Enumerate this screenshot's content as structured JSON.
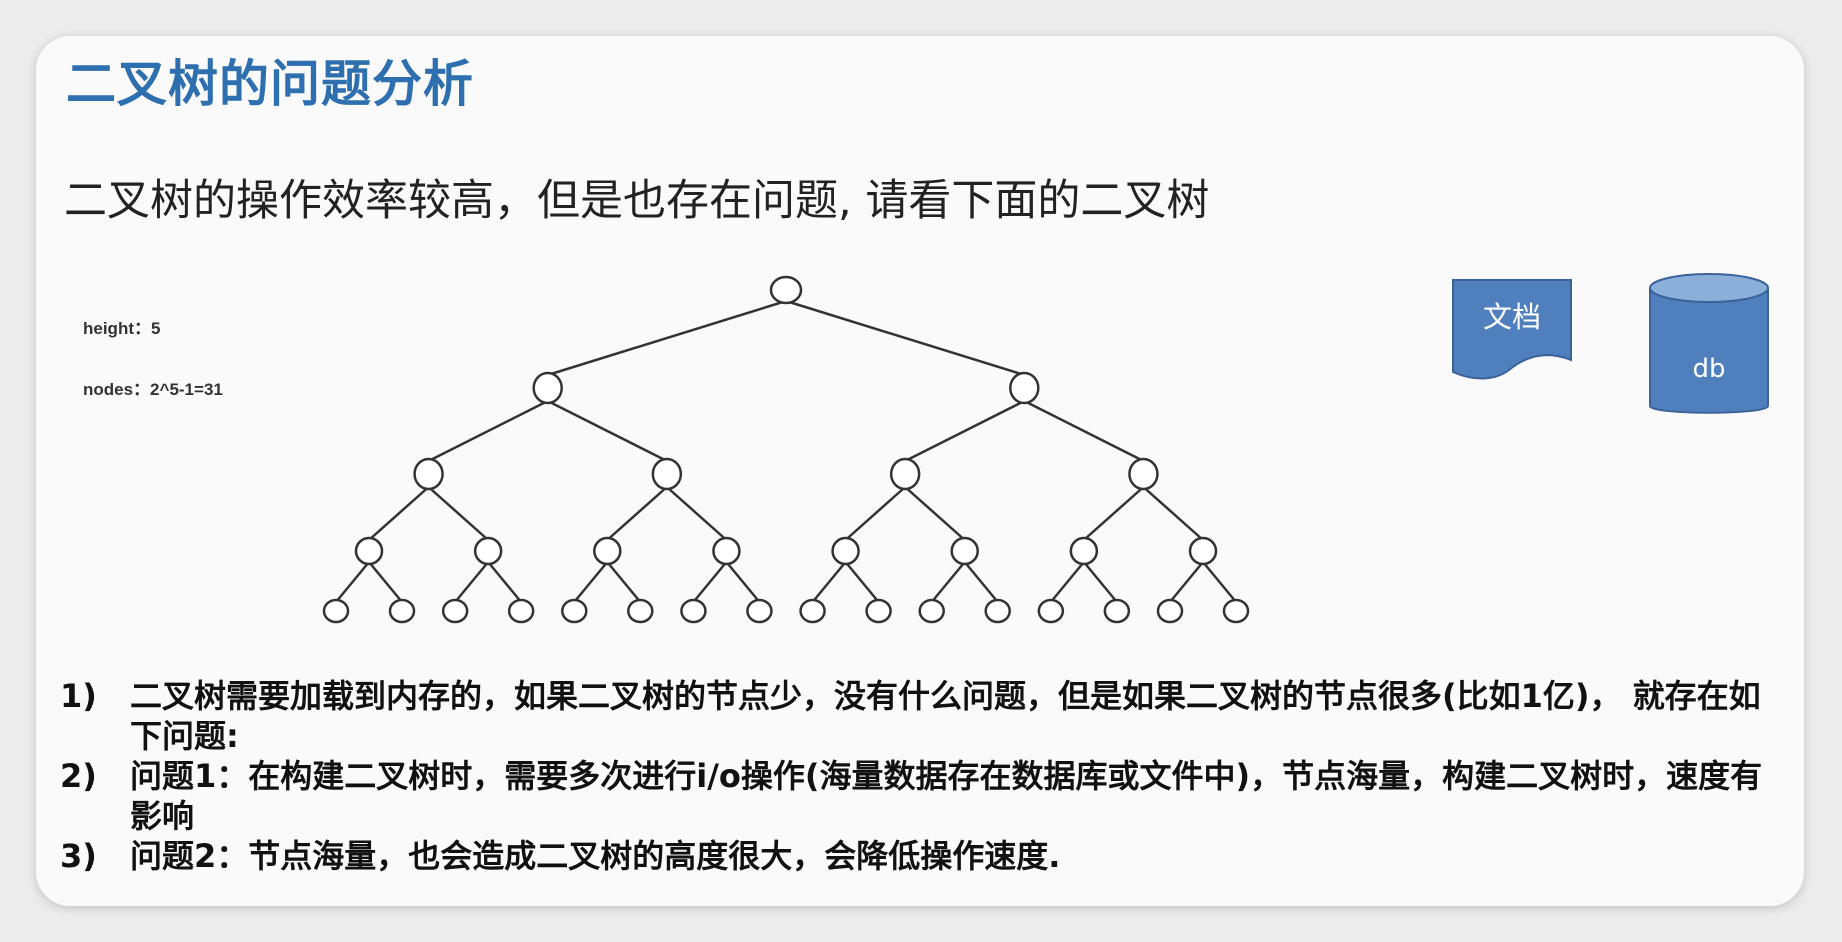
{
  "title": "二叉树的问题分析",
  "subtitle": "二叉树的操作效率较高，但是也存在问题, 请看下面的二叉树",
  "tree_info": {
    "height": "height：5",
    "nodes": "nodes：2^5-1=31"
  },
  "tree": {
    "levels": 5,
    "node_count": 31
  },
  "document_shape_label": "文档",
  "database_shape_label": "db",
  "colors": {
    "title": "#2e6fb0",
    "shape_fill": "#4f7fbd",
    "shape_stroke": "#3a6399"
  },
  "points": [
    {
      "num": "1)",
      "text": "二叉树需要加载到内存的，如果二叉树的节点少，没有什么问题，但是如果二叉树的节点很多(比如1亿)， 就存在如下问题:"
    },
    {
      "num": "2)",
      "text": "问题1：在构建二叉树时，需要多次进行i/o操作(海量数据存在数据库或文件中)，节点海量，构建二叉树时，速度有影响"
    },
    {
      "num": "3)",
      "text": "问题2：节点海量，也会造成二叉树的高度很大，会降低操作速度."
    }
  ]
}
